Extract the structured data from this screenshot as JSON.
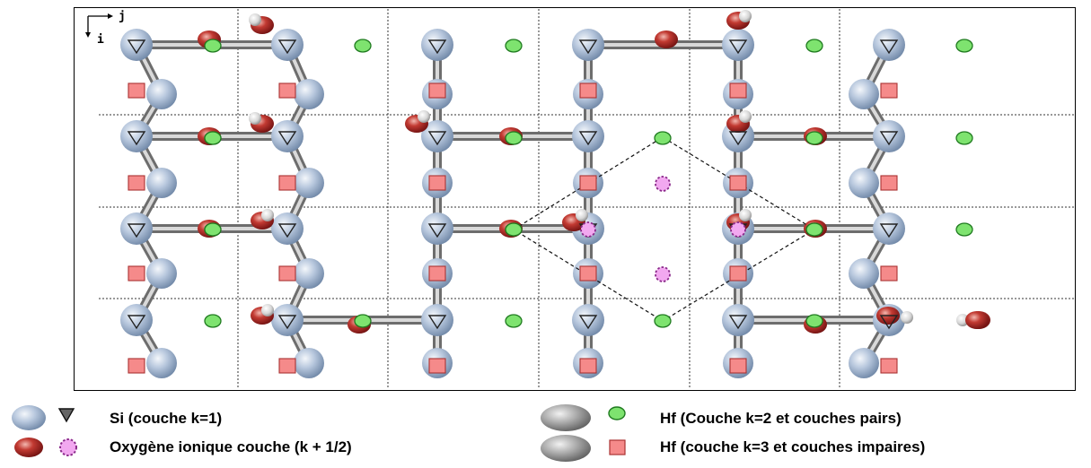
{
  "axes": {
    "j": "j",
    "i": "i"
  },
  "legend": {
    "si": "Si (couche k=1)",
    "oxygen": "Oxygène ionique couche (k + 1/2)",
    "hf_even": "Hf (Couche k=2 et couches pairs)",
    "hf_odd": "Hf (couche k=3 et couches impaires)"
  },
  "colors": {
    "si": "#a9bcd6",
    "oxygen": "#b52a2a",
    "hf_even": "#7ee36f",
    "hf_odd": "#f58a8a",
    "oxygen_ionic": "#f2a8f0",
    "hf_sphere": "#9a9a9a",
    "bond": "#9a9a9a"
  }
}
